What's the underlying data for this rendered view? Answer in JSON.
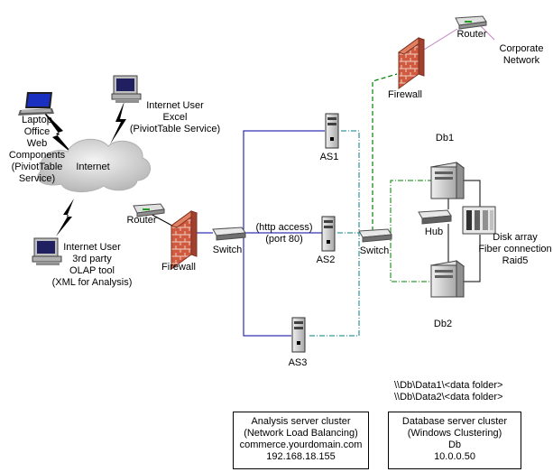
{
  "labels": {
    "laptop": [
      "Laptop",
      "Office",
      "Web",
      "Components",
      "(PiviotTable",
      "Service)"
    ],
    "internet": "Internet",
    "inet_user_excel": [
      "Internet User",
      "Excel",
      "(PiviotTable Service)"
    ],
    "inet_user_olap": [
      "Internet User",
      "3rd party",
      "OLAP tool",
      "(XML for Analysis)"
    ],
    "router_left": "Router",
    "firewall_left": "Firewall",
    "switch_left": "Switch",
    "http_access": [
      "(http access)",
      "(port 80)"
    ],
    "as1": "AS1",
    "as2": "AS2",
    "as3": "AS3",
    "switch_right": "Switch",
    "firewall_top": "Firewall",
    "router_top": "Router",
    "corporate_network": [
      "Corporate",
      "Network"
    ],
    "db1": "Db1",
    "db2": "Db2",
    "hub": "Hub",
    "disk_array": [
      "Disk array",
      "Fiber connection",
      "Raid5"
    ],
    "paths": [
      "\\\\Db\\Data1\\<data folder>",
      "\\\\Db\\Data2\\<data folder>"
    ]
  },
  "analysis_box": [
    "Analysis server cluster",
    "(Network Load Balancing)",
    "commerce.yourdomain.com",
    "192.168.18.155"
  ],
  "database_box": [
    "Database server cluster",
    "(Windows Clustering)",
    "Db",
    "10.0.0.50"
  ],
  "colors": {
    "blue_link": "#0000a0",
    "green_link": "#008000",
    "teal_link": "#008080",
    "purple_link": "#c080c0",
    "firewall_red": "#c04030",
    "cloud": "#d0d0d0"
  }
}
